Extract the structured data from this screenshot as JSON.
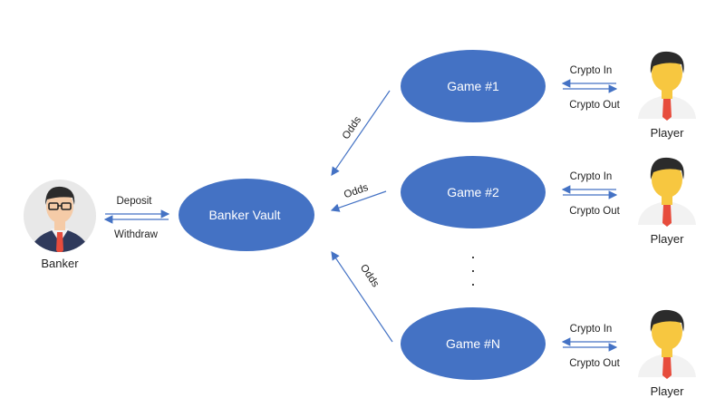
{
  "colors": {
    "node_fill": "#4472C4",
    "arrow": "#4472C4",
    "skin": "#F5CBA7",
    "player_face": "#F7C740",
    "hair": "#2B2B2B",
    "shirt": "#F2F2F2",
    "suit": "#2F3A5C",
    "tie": "#E74C3C"
  },
  "nodes": {
    "vault": "Banker Vault",
    "game1": "Game #1",
    "game2": "Game #2",
    "gameN": "Game #N"
  },
  "banker": {
    "caption": "Banker",
    "deposit": "Deposit",
    "withdraw": "Withdraw",
    "icon": "banker-avatar-icon"
  },
  "edges": {
    "odds": "Odds"
  },
  "players": [
    {
      "caption": "Player",
      "crypto_in": "Crypto In",
      "crypto_out": "Crypto Out"
    },
    {
      "caption": "Player",
      "crypto_in": "Crypto In",
      "crypto_out": "Crypto Out"
    },
    {
      "caption": "Player",
      "crypto_in": "Crypto In",
      "crypto_out": "Crypto Out"
    }
  ],
  "ellipsis": "·"
}
